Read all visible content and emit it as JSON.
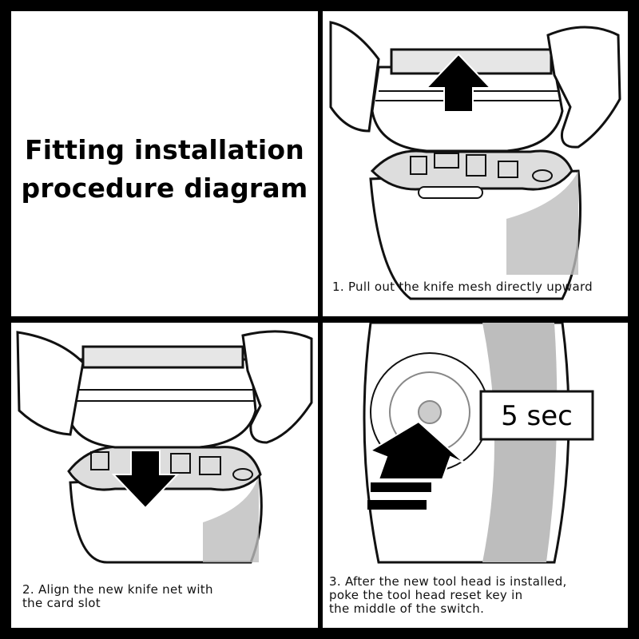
{
  "title": {
    "line1": "Fitting installation",
    "line2": "procedure diagram"
  },
  "steps": [
    {
      "caption": "1. Pull out the knife mesh directly upward",
      "arrow": "up-arrow-icon"
    },
    {
      "caption_line1": "2. Align the new knife net with",
      "caption_line2": "the card slot",
      "arrow": "down-arrow-icon"
    },
    {
      "caption_line1": "3. After the new tool head is installed,",
      "caption_line2": "poke the tool head reset key in",
      "caption_line3": "the middle of the switch.",
      "badge": "5 sec",
      "arrow": "up-right-arrow-icon"
    }
  ],
  "colors": {
    "background": "#000000",
    "panel": "#ffffff",
    "ink": "#111111",
    "shade": "#bdbdbd"
  }
}
